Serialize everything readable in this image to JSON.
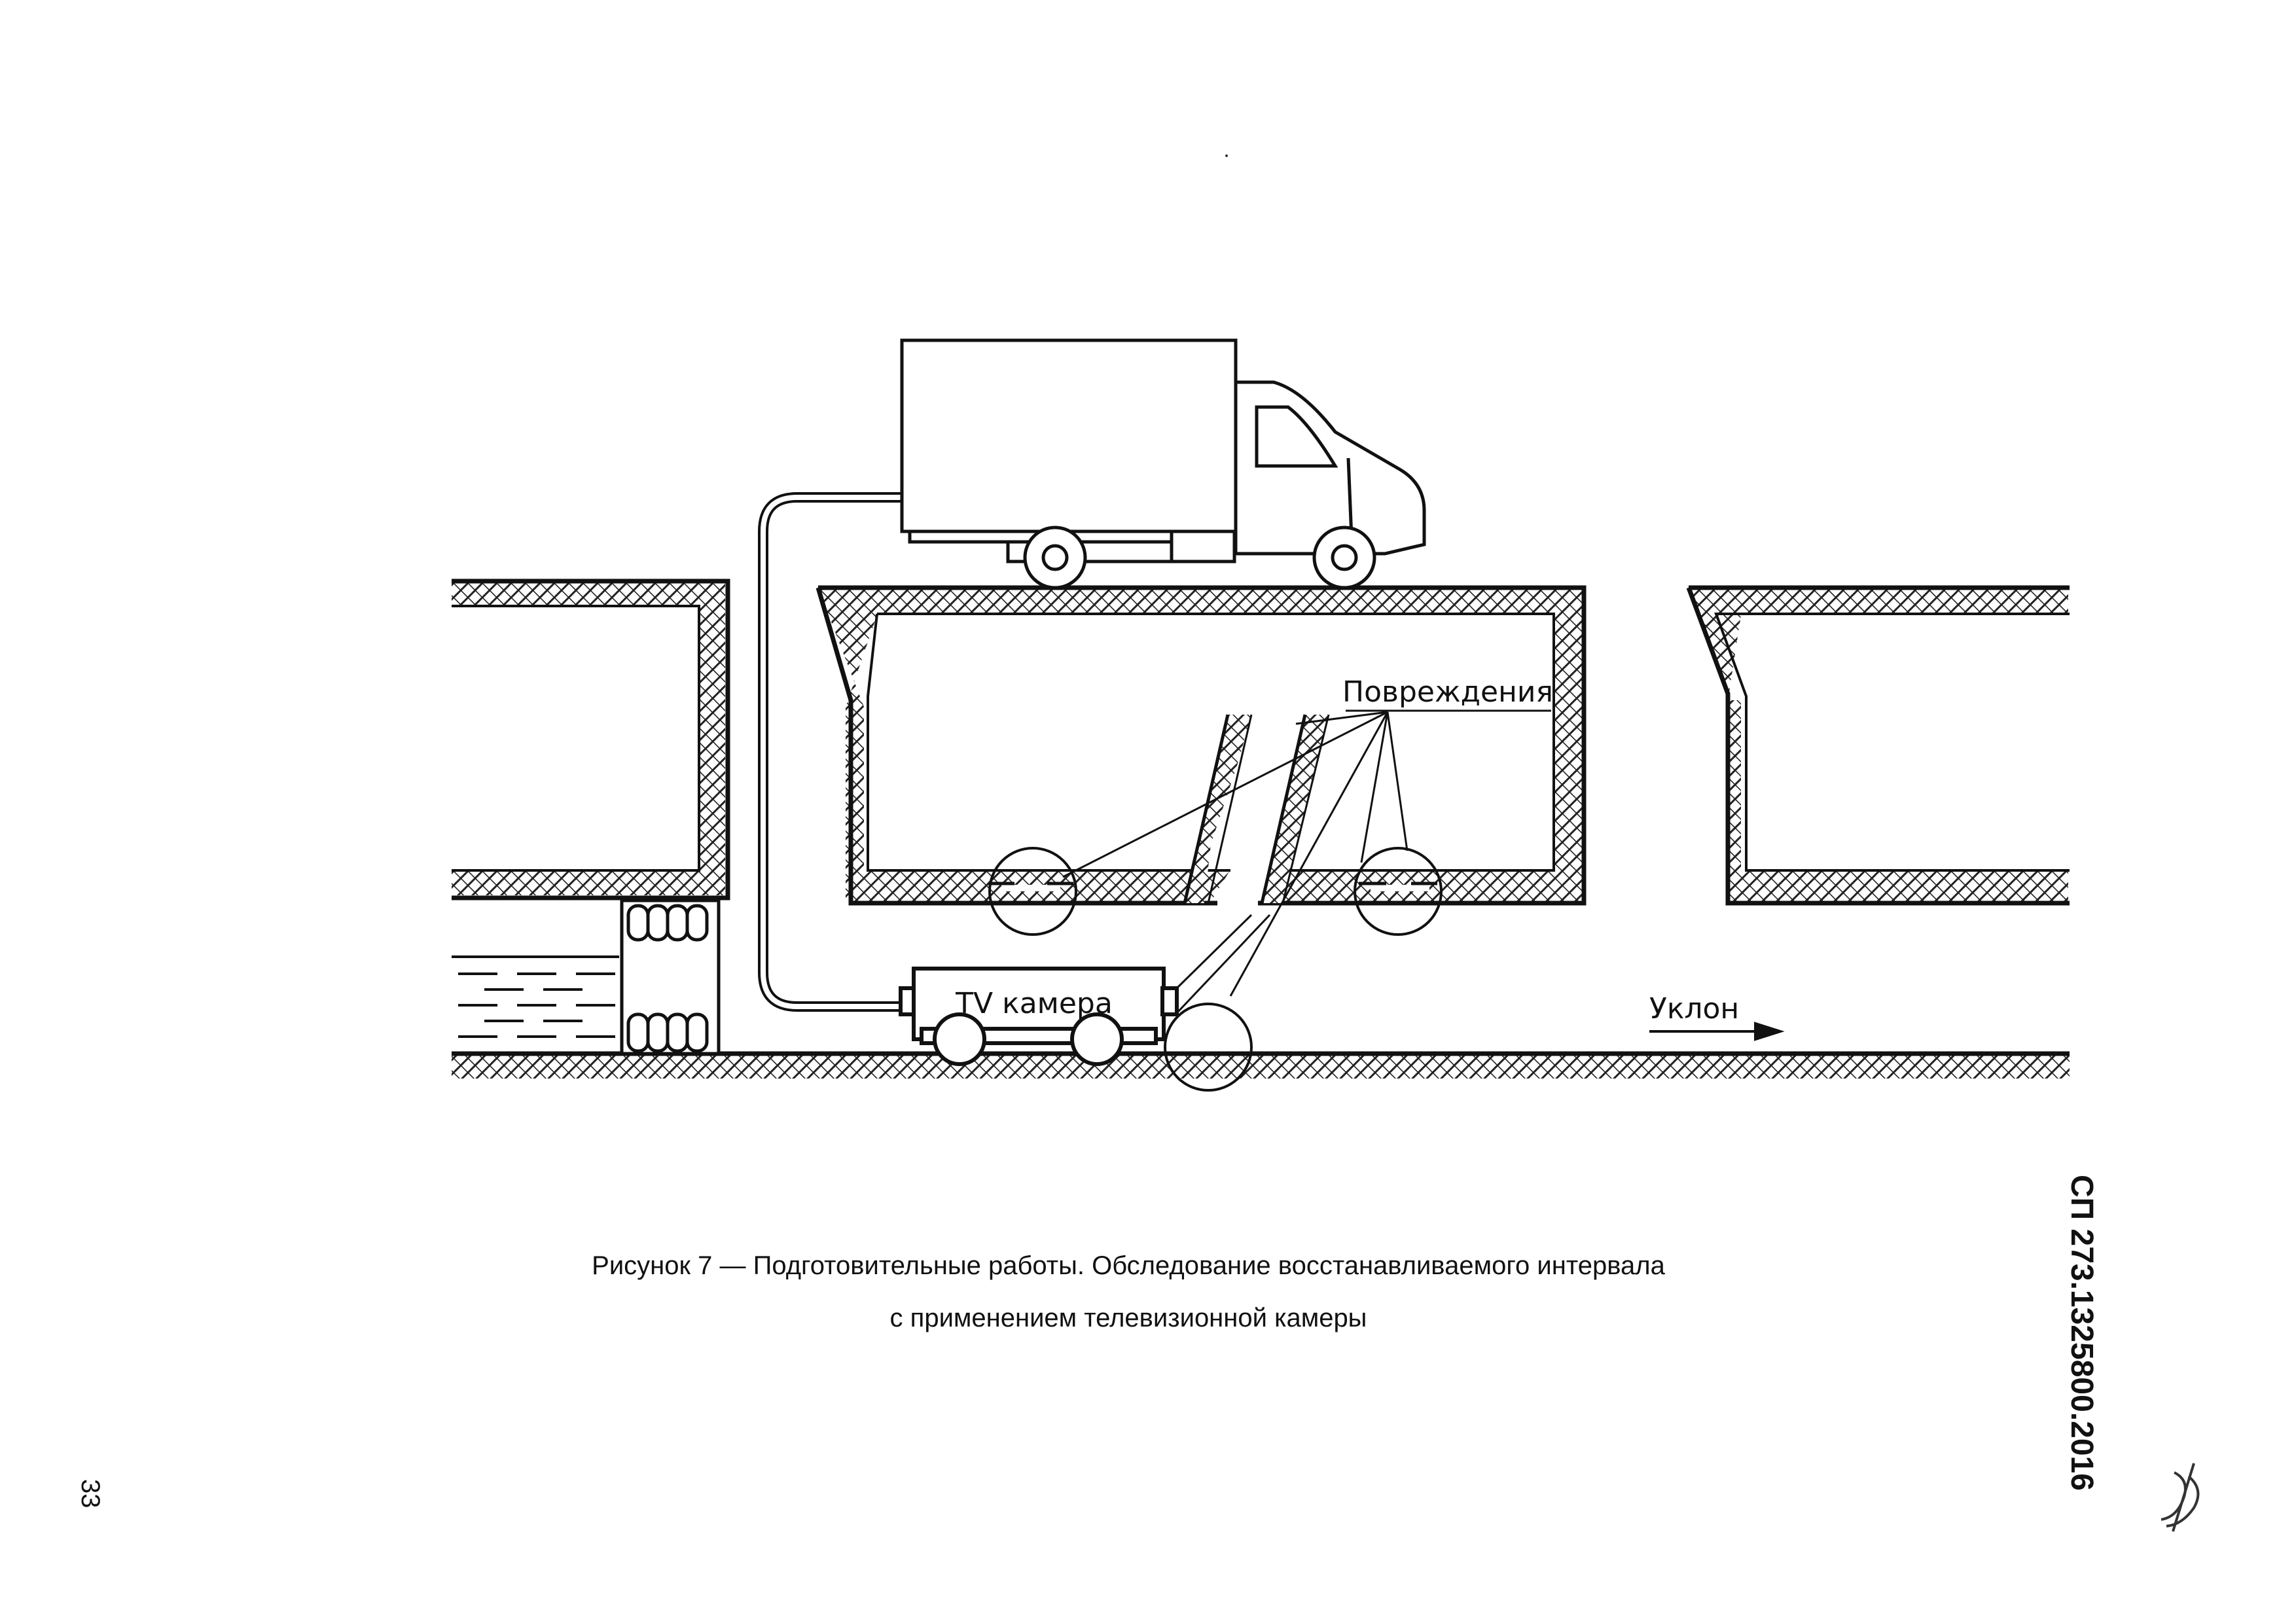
{
  "figure": {
    "labels": {
      "damages": "Повреждения",
      "camera": "TV камера",
      "slope": "Уклон"
    }
  },
  "caption": {
    "line1": "Рисунок 7 — Подготовительные работы. Обследование восстанавливаемого интервала",
    "line2": "с применением телевизионной камеры"
  },
  "document_code": "СП 273.1325800.2016",
  "page_number": "33"
}
